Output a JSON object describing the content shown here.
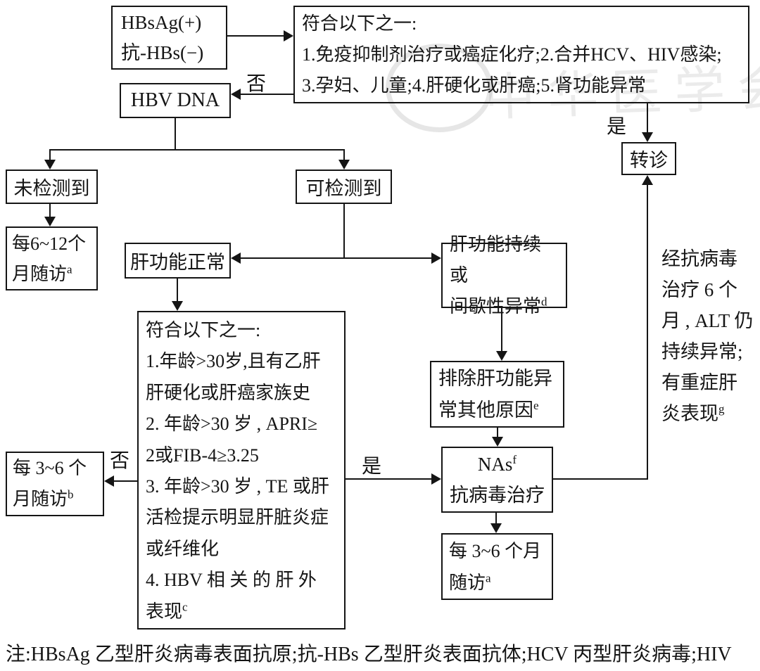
{
  "watermark": {
    "emblem": "seal-ring",
    "text": "中华医学会"
  },
  "boxes": {
    "hbsag": {
      "lines": [
        "HBsAg(+)",
        "抗-HBs(−)"
      ]
    },
    "criteria_referral": {
      "lines": [
        "符合以下之一:",
        "1.免疫抑制剂治疗或癌症化疗;2.合并HCV、HIV感染;",
        "3.孕妇、儿童;4.肝硬化或肝癌;5.肾功能异常"
      ]
    },
    "hbv_dna": {
      "label": "HBV DNA"
    },
    "not_detected": {
      "label": "未检测到"
    },
    "detected": {
      "label": "可检测到"
    },
    "followup_6_12": {
      "lines": [
        "每6~12个",
        "月随访"
      ],
      "sup": "a"
    },
    "liver_normal": {
      "label": "肝功能正常"
    },
    "liver_abnormal": {
      "lines": [
        "肝功能持续或",
        "间歇性异常"
      ],
      "sup": "d"
    },
    "exclude_other": {
      "lines": [
        "排除肝功能异",
        "常其他原因"
      ],
      "sup": "e"
    },
    "criteria_treatment": {
      "lines": [
        "符合以下之一:",
        "1.年龄>30岁,且有乙肝",
        "肝硬化或肝癌家族史",
        "2. 年龄>30 岁 , APRI≥",
        "2或FIB-4≥3.25",
        "3. 年龄>30 岁 , TE 或肝",
        "活检提示明显肝脏炎症",
        "或纤维化",
        "4. HBV 相 关 的 肝 外"
      ],
      "last_line": "表现",
      "sup": "c"
    },
    "followup_3_6_b": {
      "lines": [
        "每 3~6 个",
        "月随访"
      ],
      "sup": "b"
    },
    "nas": {
      "line1": "NAs",
      "sup": "f",
      "line2": "抗病毒治疗"
    },
    "followup_3_6_a": {
      "lines": [
        "每 3~6 个月",
        "随访"
      ],
      "sup": "a"
    },
    "referral": {
      "label": "转诊"
    }
  },
  "labels": {
    "no_top": "否",
    "yes_top": "是",
    "no_left": "否",
    "yes_mid": "是"
  },
  "side_note": {
    "lines": [
      "经抗病毒",
      "治疗 6 个",
      "月 , ALT 仍",
      "持续异常;",
      "有重症肝",
      "炎表现"
    ],
    "sup": "g"
  },
  "footnote": "注:HBsAg 乙型肝炎病毒表面抗原;抗-HBs 乙型肝炎表面抗体;HCV 丙型肝炎病毒;HIV"
}
